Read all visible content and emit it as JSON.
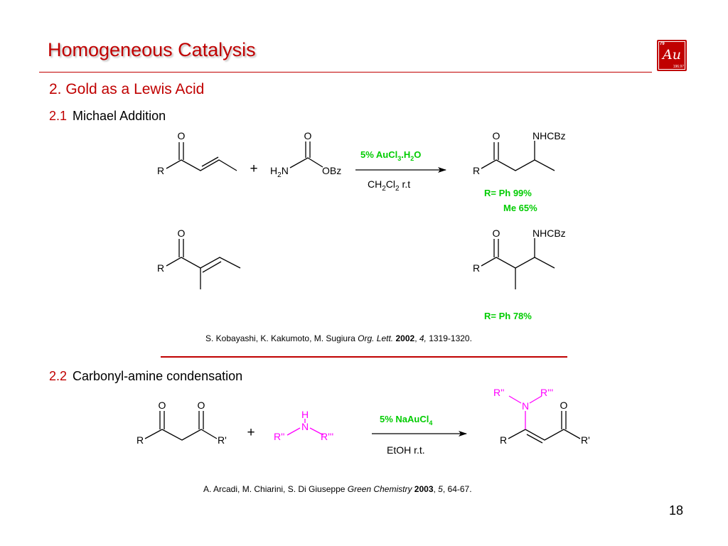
{
  "title": "Homogeneous Catalysis",
  "badge": {
    "number": "79",
    "symbol": "Au",
    "mass": "196.97"
  },
  "section": "2. Gold as a Lewis Acid",
  "sub1": {
    "num": "2.1",
    "text": "Michael Addition"
  },
  "sub2": {
    "num": "2.2",
    "text": "Carbonyl-amine condensation"
  },
  "labels": {
    "O": "O",
    "R": "R",
    "Rp": "R'",
    "Rpp": "R''",
    "Rppp": "R'''",
    "N": "N",
    "H": "H",
    "NHCBz": "NHCBz",
    "OBz": "OBz",
    "plus": "+"
  },
  "reagents": {
    "r1_catalyst": {
      "a": "5% AuCl",
      "s1": "3",
      "b": ".H",
      "s2": "2",
      "c": "O"
    },
    "r1_solvent": {
      "a": "CH",
      "s1": "2",
      "b": "Cl",
      "s2": "2",
      "c": " r.t"
    },
    "amine": {
      "a": "H",
      "s": "2",
      "b": "N"
    },
    "r3_catalyst": {
      "a": "5% NaAuCl",
      "s": "4"
    },
    "r3_solvent": "EtOH r.t."
  },
  "yields": {
    "ph1": "R= Ph  99%",
    "me1": "Me 65%",
    "ph2": "R= Ph  78%"
  },
  "ref1": {
    "authors": "S. Kobayashi, K. Kakumoto, M. Sugiura ",
    "journal": "Org. Lett.",
    "year": "2002",
    "sep": ", ",
    "volume": "4,",
    "pages": " 1319-1320."
  },
  "ref2": {
    "authors": "A. Arcadi, M. Chiarini, S. Di Giuseppe ",
    "journal": "Green Chemistry",
    "year": "2003",
    "sep": ", ",
    "volume": "5",
    "pages": ", 64-67."
  },
  "page_number": "18",
  "colors": {
    "accent": "#c00000",
    "green": "#00cc00",
    "magenta": "#ff00ff"
  }
}
